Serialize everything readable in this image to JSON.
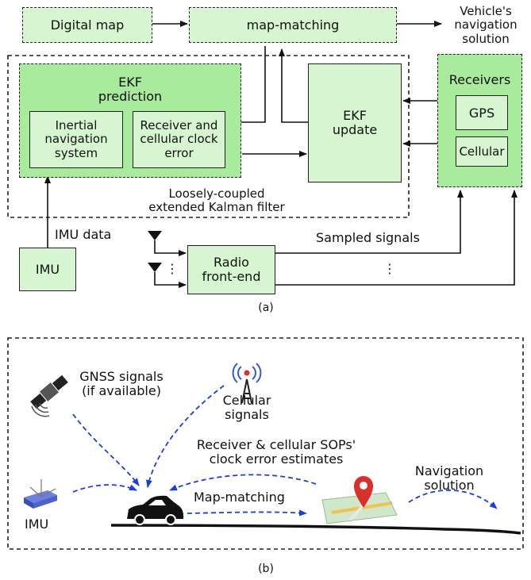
{
  "panel_a": {
    "caption": "(a)",
    "digital_map": "Digital map",
    "map_matching": "map-matching",
    "vehicle_nav": [
      "Vehicle's",
      "navigation",
      "solution"
    ],
    "ekf_prediction": [
      "EKF",
      "prediction"
    ],
    "ins": [
      "Inertial",
      "navigation",
      "system"
    ],
    "clock_error": [
      "Receiver and",
      "cellular clock",
      "error"
    ],
    "ekf_update": [
      "EKF",
      "update"
    ],
    "receivers": "Receivers",
    "gps": "GPS",
    "cellular": "Cellular",
    "filter_label": [
      "Loosely-coupled",
      "extended Kalman filter"
    ],
    "imu_data": "IMU data",
    "imu": "IMU",
    "radio": [
      "Radio",
      "front-end"
    ],
    "sampled_signals": "Sampled signals",
    "vdots": "⋮"
  },
  "panel_b": {
    "caption": "(b)",
    "gnss": [
      "GNSS signals",
      "(if available)"
    ],
    "cellular_signals": [
      "Cellular",
      "signals"
    ],
    "clock_estimates": [
      "Receiver & cellular SOPs'",
      "clock error estimates"
    ],
    "map_matching": "Map-matching",
    "navigation_solution": [
      "Navigation",
      "solution"
    ],
    "imu": "IMU"
  },
  "colors": {
    "box_fill": "#d7f5d1",
    "big_fill": "#a9eb9d",
    "arrow_blue": "#1a3fe0",
    "pin_red": "#d9302c"
  }
}
